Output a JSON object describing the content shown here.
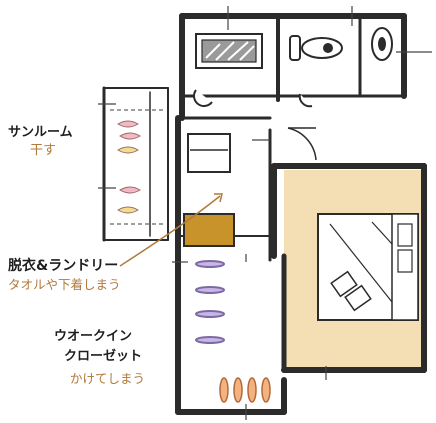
{
  "labels": {
    "sunroom": {
      "title": "サンルーム",
      "action": "干す"
    },
    "laundry": {
      "title": "脱衣&ランドリー",
      "action": "タオルや下着しまう"
    },
    "closet": {
      "title_line1": "ウオークイン",
      "title_line2": "クローゼット",
      "action": "かけてしまう"
    }
  },
  "colors": {
    "wall": "#2b2b2b",
    "bedroom_floor": "#f3dfb3",
    "shelf": "#c9932c",
    "label_dark": "#1e1e1e",
    "label_accent": "#b07a3c",
    "towel_pink": "#f2b8c3",
    "towel_yellow": "#f2dc8e",
    "hanger_purple": "#c7b6e6",
    "hanger_orange": "#f3b27e"
  }
}
